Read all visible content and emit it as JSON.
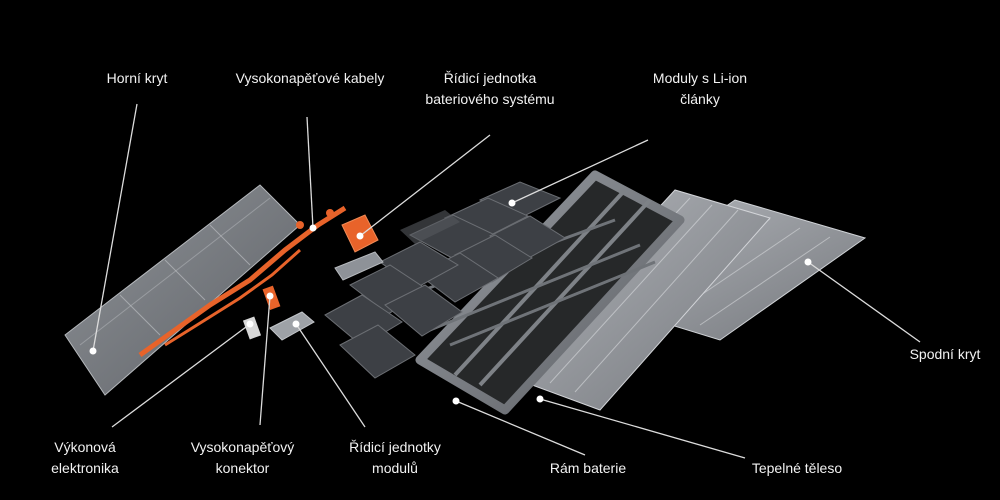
{
  "colors": {
    "background": "#000000",
    "label_text": "#f2f2f2",
    "leader_line": "#dcdcdc",
    "high_voltage_parts": "#e8632a",
    "module_top": "#3d4045",
    "frame_metal": "#8e9298",
    "plate_metal": "#a2a5aa"
  },
  "labels": {
    "top_cover": "Horní kryt",
    "hv_cables": "Vysokonapěťové kabely",
    "bms_line1": "Řídicí jednotka",
    "bms_line2": "bateriového systému",
    "modules_line1": "Moduly s Li-ion",
    "modules_line2": "články",
    "bottom_cover": "Spodní kryt",
    "power_line1": "Výkonová",
    "power_line2": "elektronika",
    "hv_conn_line1": "Vysokonapěťový",
    "hv_conn_line2": "konektor",
    "module_ctrl_line1": "Řídicí jednotky",
    "module_ctrl_line2": "modulů",
    "frame": "Rám baterie",
    "heat_sink": "Tepelné těleso"
  }
}
